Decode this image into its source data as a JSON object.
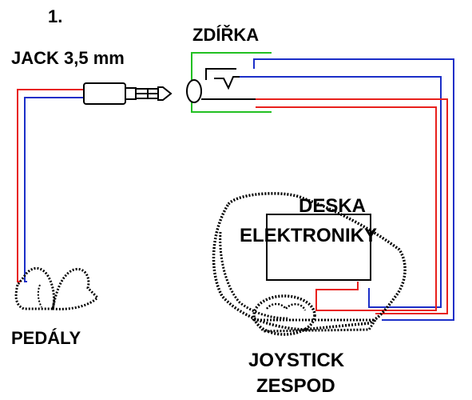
{
  "diagram": {
    "step_number": "1.",
    "jack_label": "JACK 3,5 mm",
    "socket_label": "ZDÍŘKA",
    "board_label_line1": "DESKA",
    "board_label_line2": "ELEKTRONIKY",
    "pedals_label": "PEDÁLY",
    "joystick_label_line1": "JOYSTICK",
    "joystick_label_line2": "ZESPOD"
  },
  "colors": {
    "wire_red": "#e8201c",
    "wire_blue": "#1c2fc8",
    "wire_green": "#22c022",
    "outline": "#000000"
  }
}
